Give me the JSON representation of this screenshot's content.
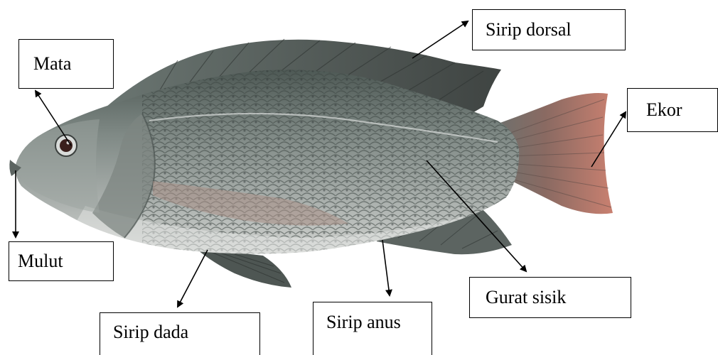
{
  "labels": {
    "mata": "Mata",
    "sirip_dorsal": "Sirip dorsal",
    "ekor": "Ekor",
    "mulut": "Mulut",
    "gurat_sisik": "Gurat sisik",
    "sirip_anus": "Sirip anus",
    "sirip_dada": "Sirip dada"
  },
  "colors": {
    "body_top": "#5f6a66",
    "body_mid": "#8e9693",
    "belly": "#c9cbc8",
    "tail_red": "#b86a5a",
    "fin_dark": "#4a4f4d"
  }
}
